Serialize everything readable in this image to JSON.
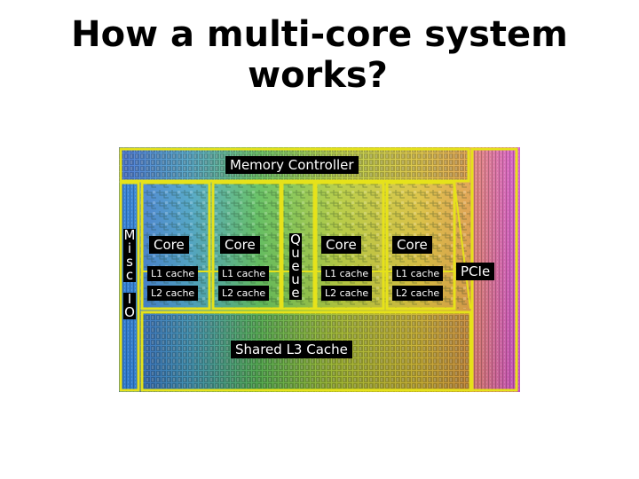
{
  "slide": {
    "title_line1": "How a multi-core system",
    "title_line2": "works?"
  },
  "diagram": {
    "memory_controller": "Memory Controller",
    "misc_letters": [
      "M",
      "i",
      "s",
      "c"
    ],
    "io_letters": [
      "I",
      "O"
    ],
    "queue_letters": [
      "Q",
      "u",
      "e",
      "u",
      "e"
    ],
    "cores": [
      {
        "core": "Core",
        "l1": "L1 cache",
        "l2": "L2 cache"
      },
      {
        "core": "Core",
        "l1": "L1 cache",
        "l2": "L2 cache"
      },
      {
        "core": "Core",
        "l1": "L1 cache",
        "l2": "L2 cache"
      },
      {
        "core": "Core",
        "l1": "L1 cache",
        "l2": "L2 cache"
      }
    ],
    "pcie": "PCIe",
    "l3": "Shared L3 Cache",
    "colors": {
      "die_base": "#a9c93a",
      "block_border": "#e6e21a",
      "io_strip": "#d44ad8",
      "misc_strip": "#2c8ad8",
      "label_bg": "#000000",
      "label_text": "#ffffff"
    }
  }
}
